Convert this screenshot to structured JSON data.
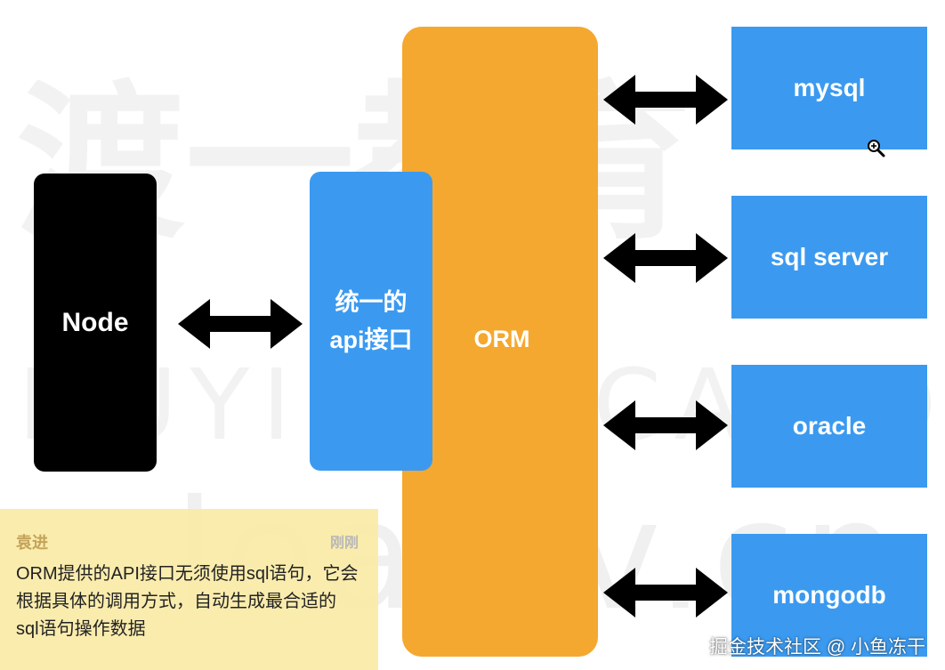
{
  "diagram": {
    "node_label": "Node",
    "api_label_line1": "统一的",
    "api_label_line2": "api接口",
    "orm_label": "ORM",
    "databases": [
      "mysql",
      "sql server",
      "oracle",
      "mongodb"
    ]
  },
  "watermark": {
    "cn": "渡一教育",
    "en": "DUYI EDUCATION",
    "url": "leaaiv.cn"
  },
  "comment": {
    "author": "袁进",
    "time": "刚刚",
    "text": "ORM提供的API接口无须使用sql语句，它会根据具体的调用方式，自动生成最合适的sql语句操作数据"
  },
  "credit": "掘金技术社区 @ 小鱼冻干",
  "colors": {
    "node": "#000000",
    "api": "#3b9af0",
    "orm": "#f5a82f",
    "database": "#3b9af0",
    "comment_bg": "#faeaa6"
  }
}
